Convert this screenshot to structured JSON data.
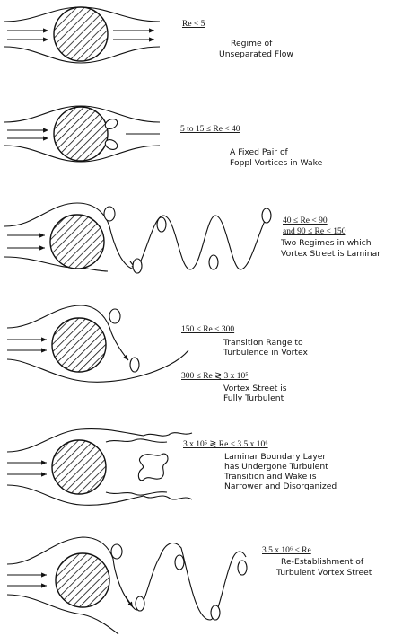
{
  "regimes": [
    {
      "re_range": [
        "Re < 5"
      ],
      "description": [
        "Regime of",
        "Unseparated Flow"
      ]
    },
    {
      "re_range": [
        "5 to 15 ≤ Re < 40"
      ],
      "description": [
        "A Fixed Pair of",
        "Foppl Vortices in Wake"
      ]
    },
    {
      "re_range": [
        "40 ≤ Re < 90",
        "and 90 ≤ Re < 150"
      ],
      "description": [
        "Two Regimes in which",
        "Vortex Street is Laminar"
      ]
    },
    {
      "re_range": [
        "150 ≤ Re < 300"
      ],
      "description": [
        "Transition Range to",
        "Turbulence in Vortex"
      ]
    },
    {
      "re_range": [
        "300 ≤ Re ≷ 3 x 10⁵"
      ],
      "description": [
        "Vortex Street is",
        "Fully Turbulent"
      ]
    },
    {
      "re_range": [
        "3 x 10⁵ ≷ Re < 3.5 x 10⁶"
      ],
      "description": [
        "Laminar Boundary Layer",
        "has Undergone Turbulent",
        "Transition and Wake is",
        "Narrower and Disorganized"
      ]
    },
    {
      "re_range": [
        "3.5 x 10⁶ ≤ Re"
      ],
      "description": [
        "Re-Establishment of",
        "Turbulent Vortex Street"
      ]
    }
  ]
}
